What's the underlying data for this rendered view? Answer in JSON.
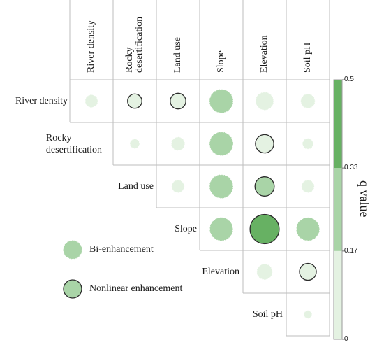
{
  "chart_data": {
    "type": "heatmap",
    "variables": [
      "River density",
      "Rocky desertification",
      "Land use",
      "Slope",
      "Elevation",
      "Soil pH"
    ],
    "column_labels": [
      [
        "River density"
      ],
      [
        "Rocky",
        "desertification"
      ],
      [
        "Land use"
      ],
      [
        "Slope"
      ],
      [
        "Elevation"
      ],
      [
        "Soil pH"
      ]
    ],
    "row_labels": [
      [
        "River density"
      ],
      [
        "Rocky",
        "desertification"
      ],
      [
        "Land use"
      ],
      [
        "Slope"
      ],
      [
        "Elevation"
      ],
      [
        "Soil pH"
      ]
    ],
    "cells": [
      {
        "row": 0,
        "col": 0,
        "q": 0.05,
        "type": "bi"
      },
      {
        "row": 0,
        "col": 1,
        "q": 0.08,
        "type": "nonlinear"
      },
      {
        "row": 0,
        "col": 2,
        "q": 0.1,
        "type": "nonlinear"
      },
      {
        "row": 0,
        "col": 3,
        "q": 0.26,
        "type": "bi"
      },
      {
        "row": 0,
        "col": 4,
        "q": 0.13,
        "type": "bi"
      },
      {
        "row": 0,
        "col": 5,
        "q": 0.07,
        "type": "bi"
      },
      {
        "row": 1,
        "col": 1,
        "q": 0.02,
        "type": "bi"
      },
      {
        "row": 1,
        "col": 2,
        "q": 0.06,
        "type": "bi"
      },
      {
        "row": 1,
        "col": 3,
        "q": 0.26,
        "type": "bi"
      },
      {
        "row": 1,
        "col": 4,
        "q": 0.15,
        "type": "nonlinear"
      },
      {
        "row": 1,
        "col": 5,
        "q": 0.03,
        "type": "bi"
      },
      {
        "row": 2,
        "col": 2,
        "q": 0.05,
        "type": "bi"
      },
      {
        "row": 2,
        "col": 3,
        "q": 0.26,
        "type": "bi"
      },
      {
        "row": 2,
        "col": 4,
        "q": 0.17,
        "type": "nonlinear"
      },
      {
        "row": 2,
        "col": 5,
        "q": 0.05,
        "type": "bi"
      },
      {
        "row": 3,
        "col": 3,
        "q": 0.25,
        "type": "bi"
      },
      {
        "row": 3,
        "col": 4,
        "q": 0.45,
        "type": "nonlinear"
      },
      {
        "row": 3,
        "col": 5,
        "q": 0.25,
        "type": "bi"
      },
      {
        "row": 4,
        "col": 4,
        "q": 0.09,
        "type": "bi"
      },
      {
        "row": 4,
        "col": 5,
        "q": 0.12,
        "type": "nonlinear"
      },
      {
        "row": 5,
        "col": 5,
        "q": 0.01,
        "type": "bi"
      }
    ],
    "colorbar": {
      "title": "q value",
      "range": [
        0,
        0.5
      ],
      "breaks": [
        0,
        0.17,
        0.33,
        0.5
      ],
      "tick_labels": [
        "0",
        "0.17",
        "0.33",
        "0.5"
      ],
      "colors": [
        "#e4f2e2",
        "#a9d4a7",
        "#67b163"
      ]
    },
    "legend": {
      "items": [
        {
          "label": "Bi-enhancement",
          "type": "bi"
        },
        {
          "label": "Nonlinear enhancement",
          "type": "nonlinear"
        }
      ],
      "placement": "bottom-left"
    },
    "grid": true
  }
}
